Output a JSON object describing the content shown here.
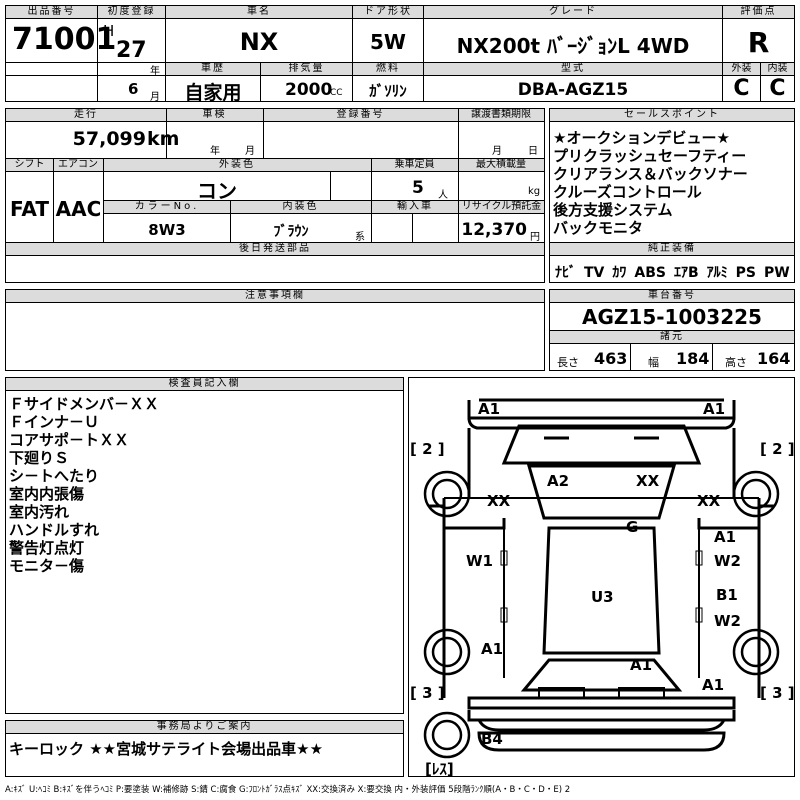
{
  "header": {
    "lot_label": "出品番号",
    "lot_value": "71001",
    "first_reg_label": "初度登録",
    "era": "H",
    "year_value": "27",
    "year_unit": "年",
    "month_value": "6",
    "month_unit": "月",
    "car_name_label": "車名",
    "car_name": "NX",
    "door_label": "ドア形状",
    "door_value": "5W",
    "grade_label": "グレード",
    "grade_value": "NX200t ﾊﾞｰｼﾞｮﾝL 4WD",
    "score_label": "評価点",
    "score_value": "R",
    "history_label": "車歴",
    "history_value": "自家用",
    "displacement_label": "排気量",
    "displacement_value": "2000",
    "displacement_unit": "CC",
    "fuel_label": "燃料",
    "fuel_value": "ｶﾞｿﾘﾝ",
    "model_label": "型式",
    "model_value": "DBA-AGZ15",
    "exterior_label": "外装",
    "exterior_value": "C",
    "interior_label": "内装",
    "interior_value": "C"
  },
  "row2": {
    "mileage_label": "走行",
    "mileage_value": "57,099",
    "mileage_unit": "km",
    "inspection_label": "車検",
    "inspection_year": "年",
    "inspection_month": "月",
    "registration_label": "登録番号",
    "transfer_label": "譲渡書類期限",
    "transfer_month": "月",
    "transfer_day": "日",
    "shift_label": "シフト",
    "shift_value": "FAT",
    "ac_label": "エアコン",
    "ac_value": "AAC",
    "color_label": "外装色",
    "color_value": "コン",
    "capacity_label": "乗車定員",
    "capacity_value": "5",
    "capacity_unit": "人",
    "load_label": "最大積載量",
    "load_unit": "kg",
    "color_no_label": "カラーNo.",
    "color_no_value": "8W3",
    "int_color_label": "内装色",
    "int_color_value": "ﾌﾞﾗｳﾝ",
    "int_color_unit": "系",
    "import_label": "輸入車",
    "recycle_label": "リサイクル預託金",
    "recycle_value": "12,370",
    "recycle_unit": "円",
    "later_parts_label": "後日発送部品"
  },
  "sales": {
    "label": "セールスポイント",
    "items": [
      "★オークションデビュー★",
      "プリクラッシュセーフティー",
      "クリアランス＆バックソナー",
      "クルーズコントロール",
      "後方支援システム",
      "バックモニタ"
    ]
  },
  "equipment": {
    "label": "純正装備",
    "items": [
      "ﾅﾋﾞ",
      "TV",
      "ｶﾜ",
      "ABS",
      "ｴｱB",
      "ｱﾙﾐ",
      "PS",
      "PW"
    ]
  },
  "notes": {
    "label": "注意事項欄"
  },
  "chassis": {
    "label": "車台番号",
    "value": "AGZ15-1003225"
  },
  "specs": {
    "label": "諸元",
    "length_label": "長さ",
    "length_value": "463",
    "width_label": "幅",
    "width_value": "184",
    "height_label": "高さ",
    "height_value": "164"
  },
  "inspector": {
    "label": "検査員記入欄",
    "items": [
      "Ｆサイドメンバ－ＸＸ",
      "Ｆインナ－Ｕ",
      "コアサポ－トＸＸ",
      "下廻りＳ",
      "シ－トへたり",
      "室内内張傷",
      "室内汚れ",
      "ハンドルすれ",
      "警告灯点灯",
      "モニタ－傷"
    ]
  },
  "diagram": {
    "labels": {
      "a1_tl": "A1",
      "a1_tr": "A1",
      "b2_l": "[ 2 ]",
      "b2_r": "[ 2 ]",
      "a2": "A2",
      "xx_top": "XX",
      "xx_l": "XX",
      "xx_r": "XX",
      "g": "G",
      "w1": "W1",
      "a1_rm": "A1",
      "w2_1": "W2",
      "u3": "U3",
      "b1": "B1",
      "w2_2": "W2",
      "a1_lb": "A1",
      "a1_cb": "A1",
      "a1_rb": "A1",
      "b3_l": "[ 3 ]",
      "b3_r": "[ 3 ]",
      "b4": "B4",
      "res": "[ﾚｽ]"
    }
  },
  "office": {
    "label": "事務局よりご案内",
    "text": "キーロック ★★宮城サテライト会場出品車★★"
  },
  "legend": "A:ｷｽﾞ U:ﾍｺﾐ B:ｷｽﾞを伴うﾍｺﾐ P:要塗装 W:補修跡 S:錆 C:腐食 G:ﾌﾛﾝﾄｶﾞﾗｽ点ｷｽﾞ XX:交換済み X:要交換 内・外装評価 5段階ﾗﾝｸ順(A・B・C・D・E) 2"
}
